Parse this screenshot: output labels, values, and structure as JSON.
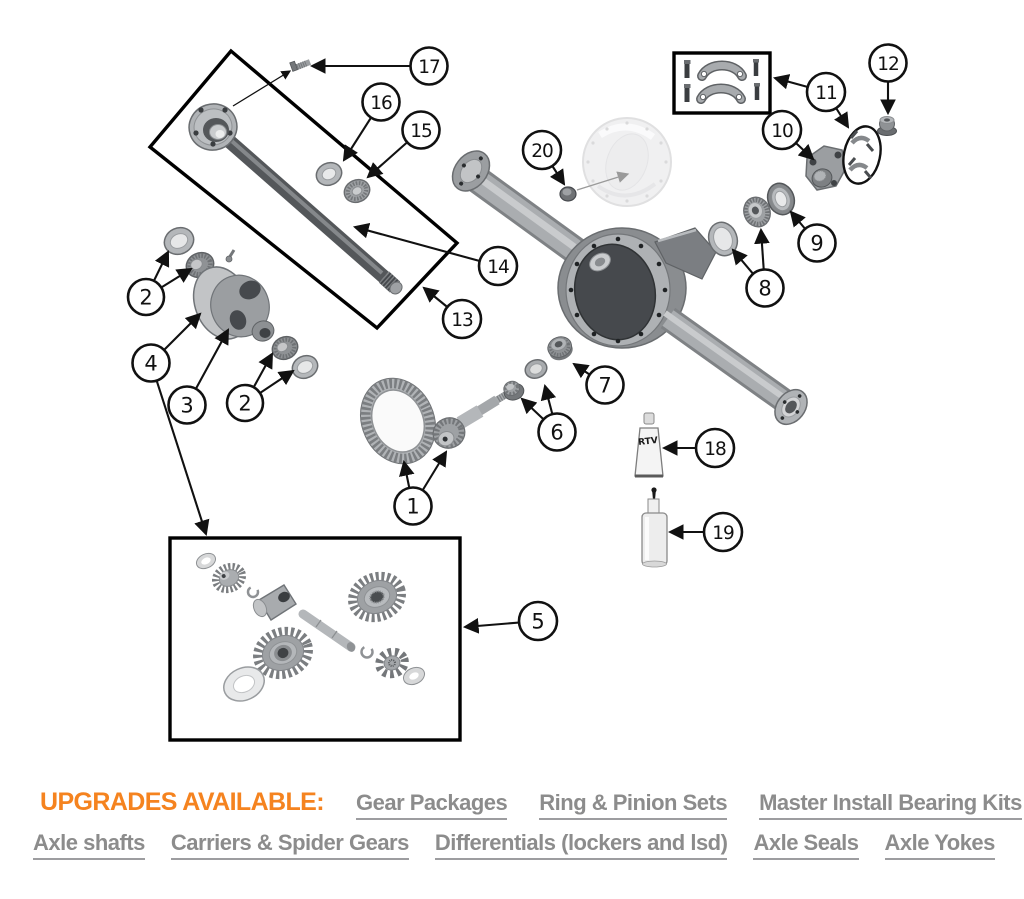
{
  "diagram": {
    "callouts": [
      "17",
      "16",
      "15",
      "14",
      "13",
      "2",
      "4",
      "3",
      "2",
      "1",
      "6",
      "7",
      "5",
      "18",
      "19",
      "20",
      "10",
      "11",
      "12",
      "9",
      "8"
    ],
    "rtv_label": "RTV"
  },
  "footer": {
    "heading": "UPGRADES AVAILABLE:",
    "links_row1": [
      "Gear Packages",
      "Ring & Pinion Sets",
      "Master Install Bearing Kits"
    ],
    "links_row2": [
      "Axle shafts",
      "Carriers & Spider Gears",
      "Differentials (lockers and lsd)",
      "Axle Seals",
      "Axle Yokes"
    ]
  },
  "colors": {
    "accent_orange": "#F5831F",
    "link_gray": "#8C8C8C",
    "link_underline_gray": "#9D9DA0",
    "outline_black": "#111111",
    "part_gray": "#A9ACAF",
    "part_dark_gray": "#46494D"
  }
}
